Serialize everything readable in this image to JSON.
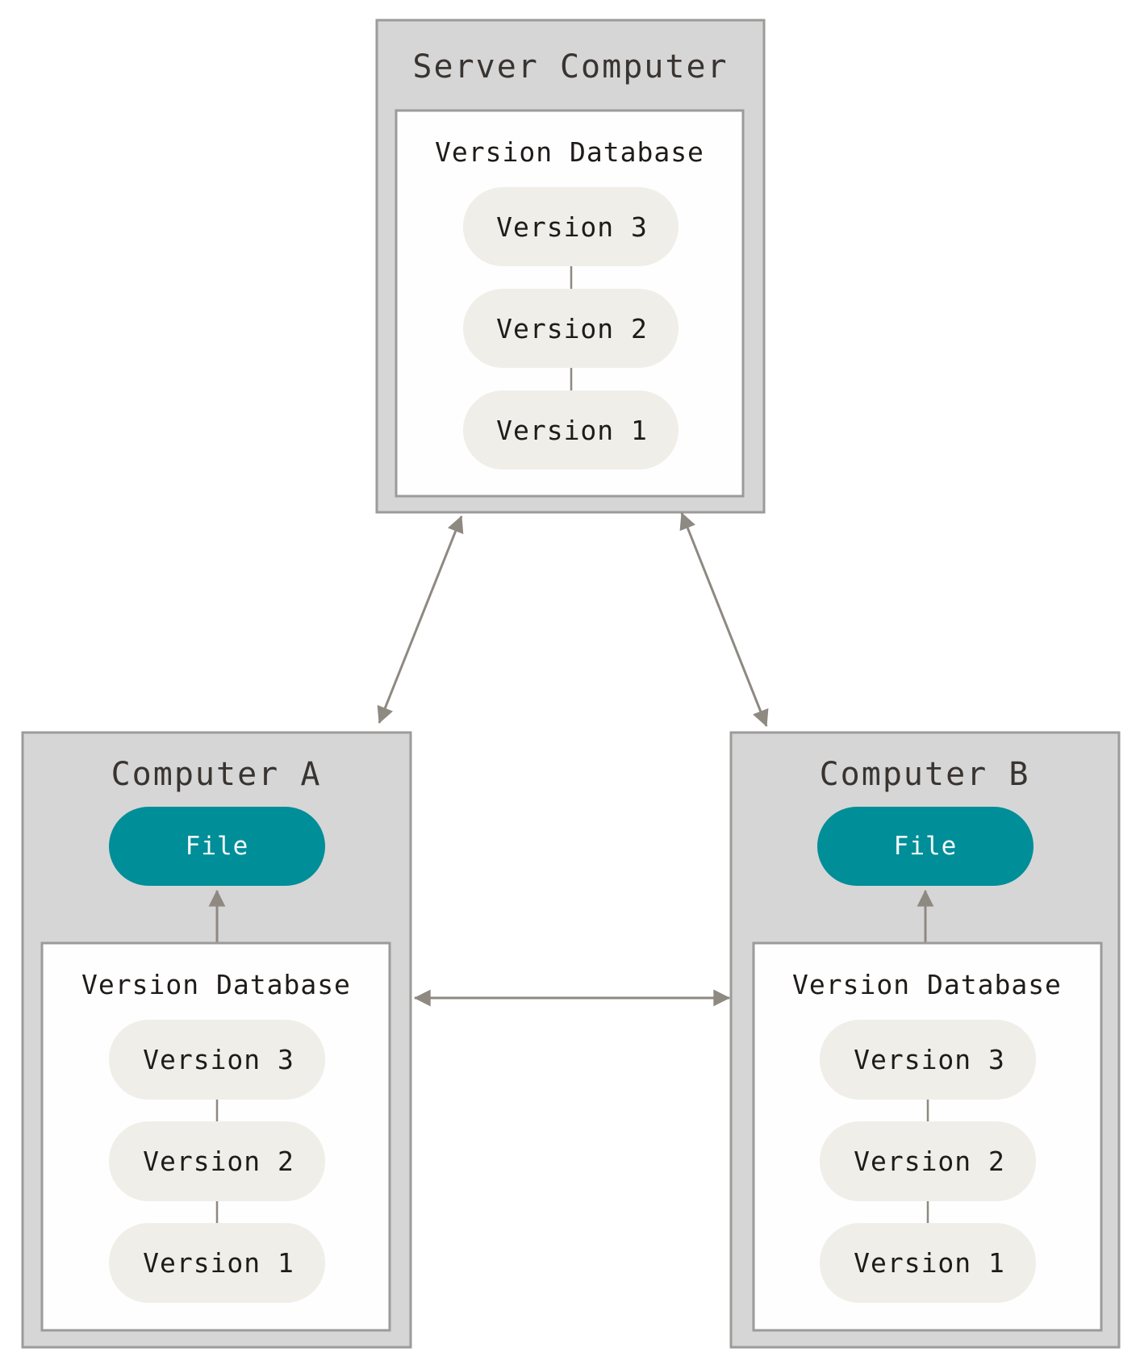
{
  "server": {
    "title": "Server Computer",
    "database_title": "Version Database",
    "versions": [
      "Version 3",
      "Version 2",
      "Version 1"
    ]
  },
  "computer_a": {
    "title": "Computer A",
    "file_label": "File",
    "database_title": "Version Database",
    "versions": [
      "Version 3",
      "Version 2",
      "Version 1"
    ]
  },
  "computer_b": {
    "title": "Computer B",
    "file_label": "File",
    "database_title": "Version Database",
    "versions": [
      "Version 3",
      "Version 2",
      "Version 1"
    ]
  },
  "icons": {
    "bidirectional_arrow": "double-headed-arrow-icon",
    "checkout_arrow": "arrow-up-icon"
  },
  "colors": {
    "machine_background": "#d6d6d7",
    "frame_border": "#9d9b98",
    "version_pill": "#efeee8",
    "file_pill": "#008e98",
    "arrow": "#8e8981"
  }
}
